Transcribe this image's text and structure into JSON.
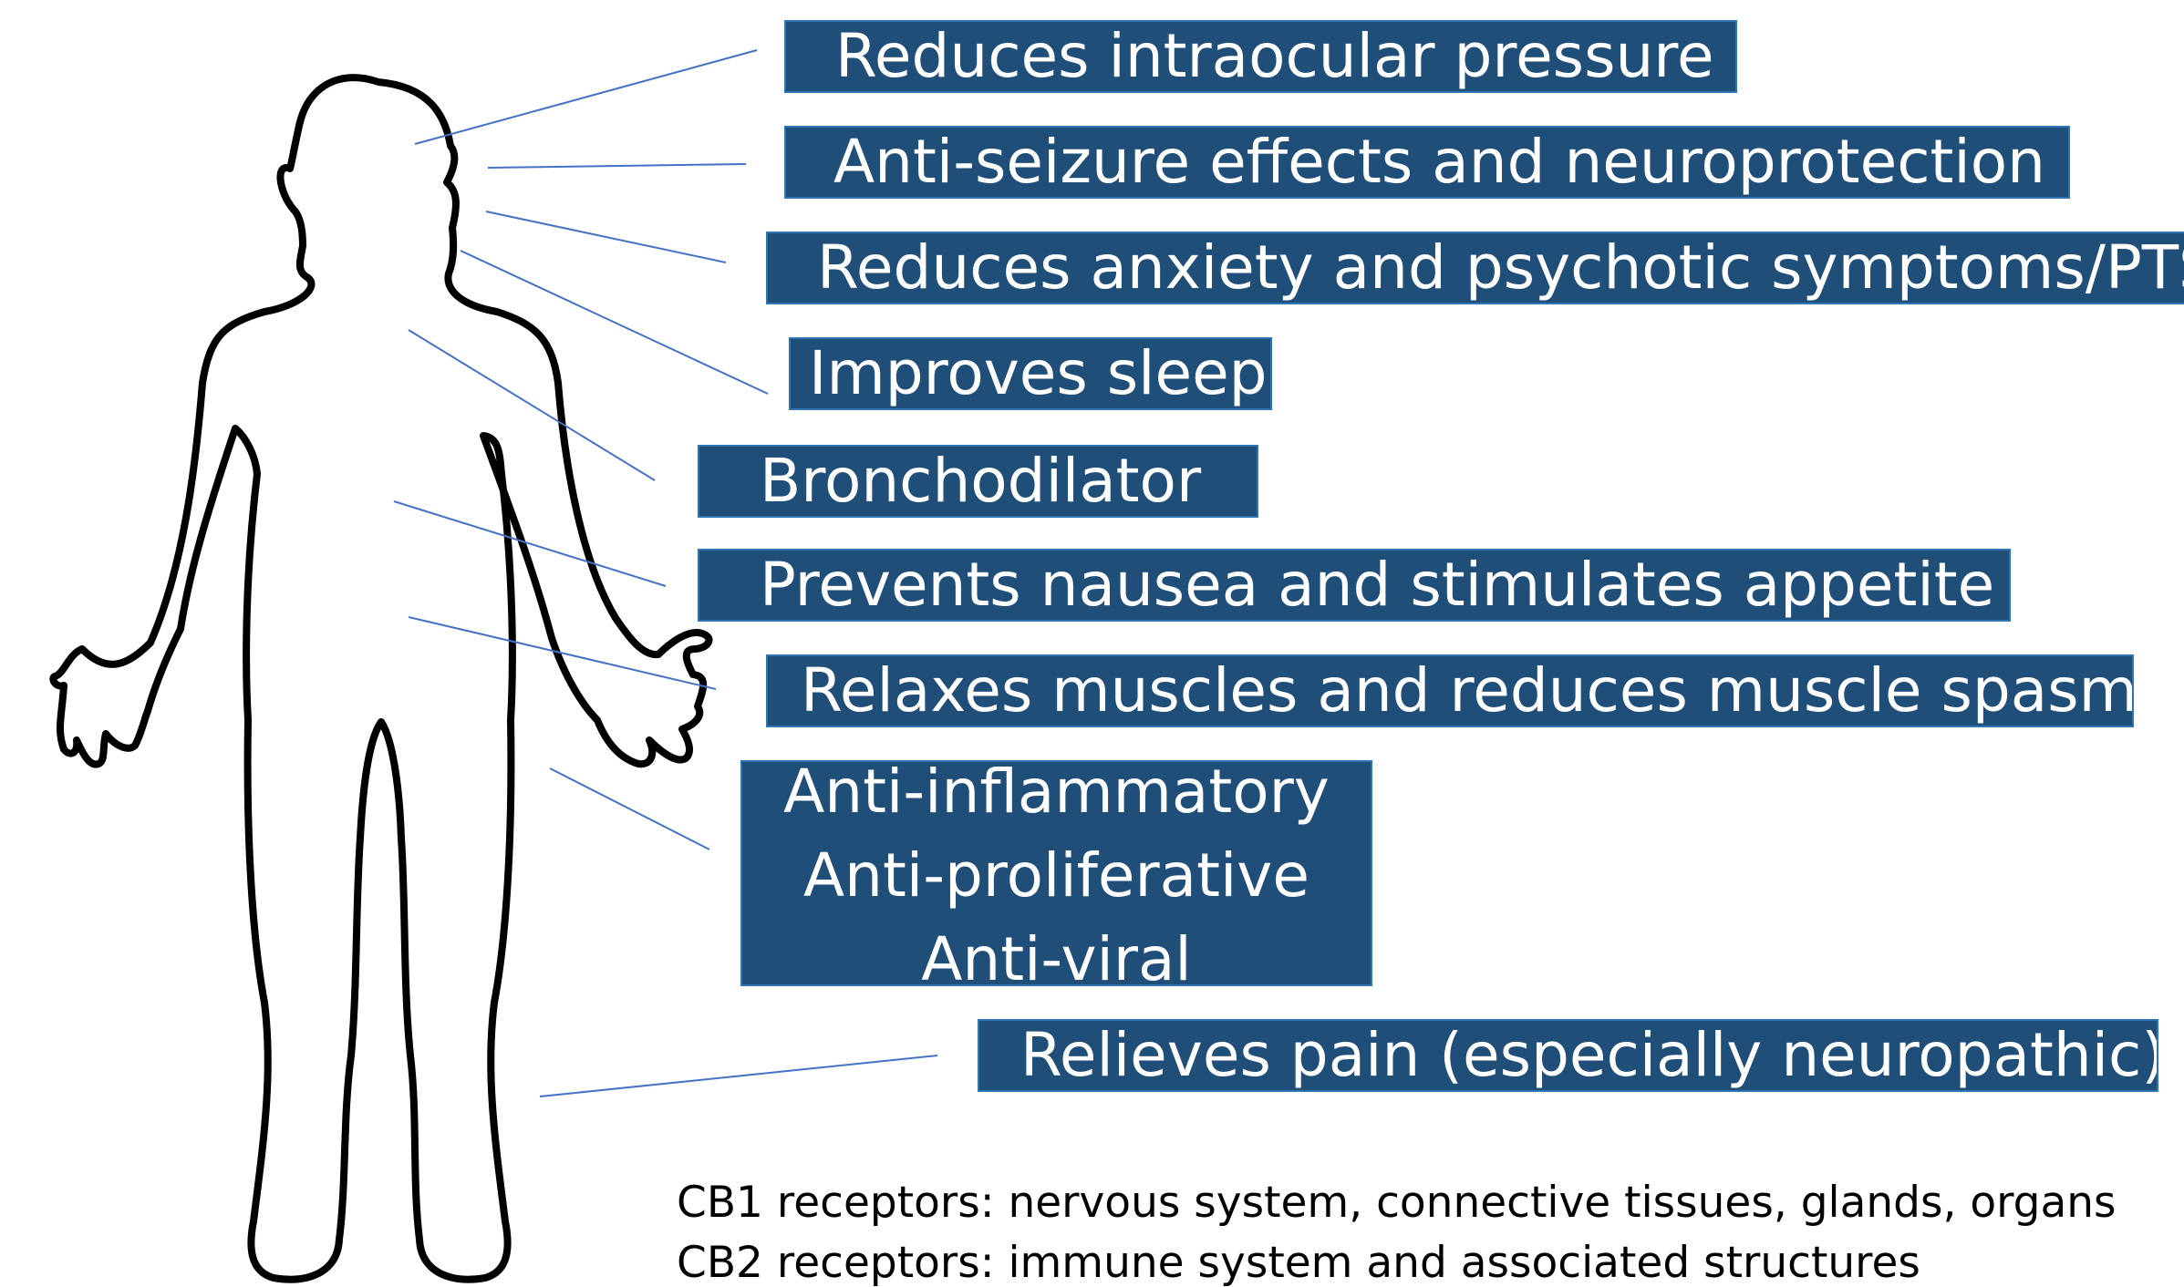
{
  "effects": [
    {
      "id": "intraocular",
      "text": "Reduces intraocular pressure"
    },
    {
      "id": "seizure",
      "text": "Anti-seizure effects and neuroprotection"
    },
    {
      "id": "anxiety",
      "text": "Reduces anxiety and psychotic symptoms/PTSD"
    },
    {
      "id": "sleep",
      "text": "Improves sleep"
    },
    {
      "id": "broncho",
      "text": "Bronchodilator"
    },
    {
      "id": "nausea",
      "text": "Prevents nausea and stimulates appetite"
    },
    {
      "id": "muscles",
      "text": "Relaxes muscles and reduces muscle spasms"
    },
    {
      "id": "anti",
      "lines": [
        "Anti-inflammatory",
        "Anti-proliferative",
        "Anti-viral"
      ]
    },
    {
      "id": "pain",
      "text": "Relieves pain (especially neuropathic)"
    }
  ],
  "receptors": [
    "CB1 receptors: nervous system, connective tissues, glands, organs",
    "CB2 receptors: immune system and associated structures"
  ],
  "colors": {
    "box_fill": "#1f4e79",
    "box_border": "#2e75b6",
    "connector": "#4472c4",
    "outline": "#000000"
  }
}
